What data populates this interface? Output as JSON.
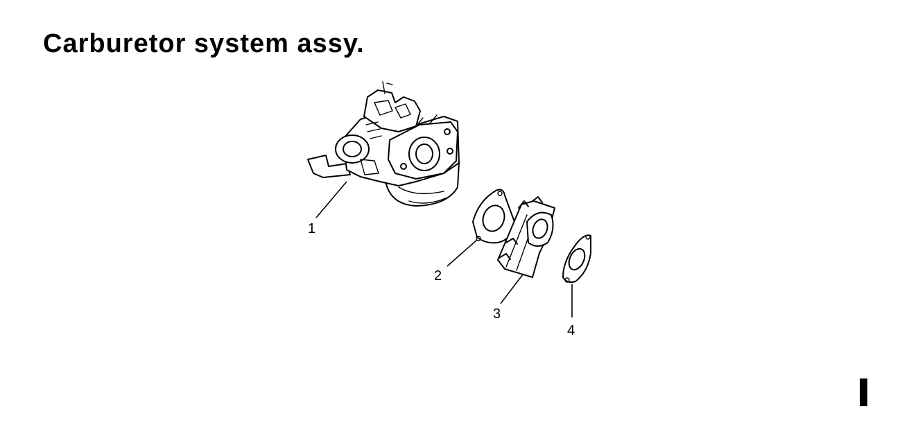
{
  "title": "Carburetor system assy.",
  "parts": [
    {
      "number": "1",
      "name": "carburetor"
    },
    {
      "number": "2",
      "name": "gasket"
    },
    {
      "number": "3",
      "name": "insulator"
    },
    {
      "number": "4",
      "name": "gasket"
    }
  ]
}
